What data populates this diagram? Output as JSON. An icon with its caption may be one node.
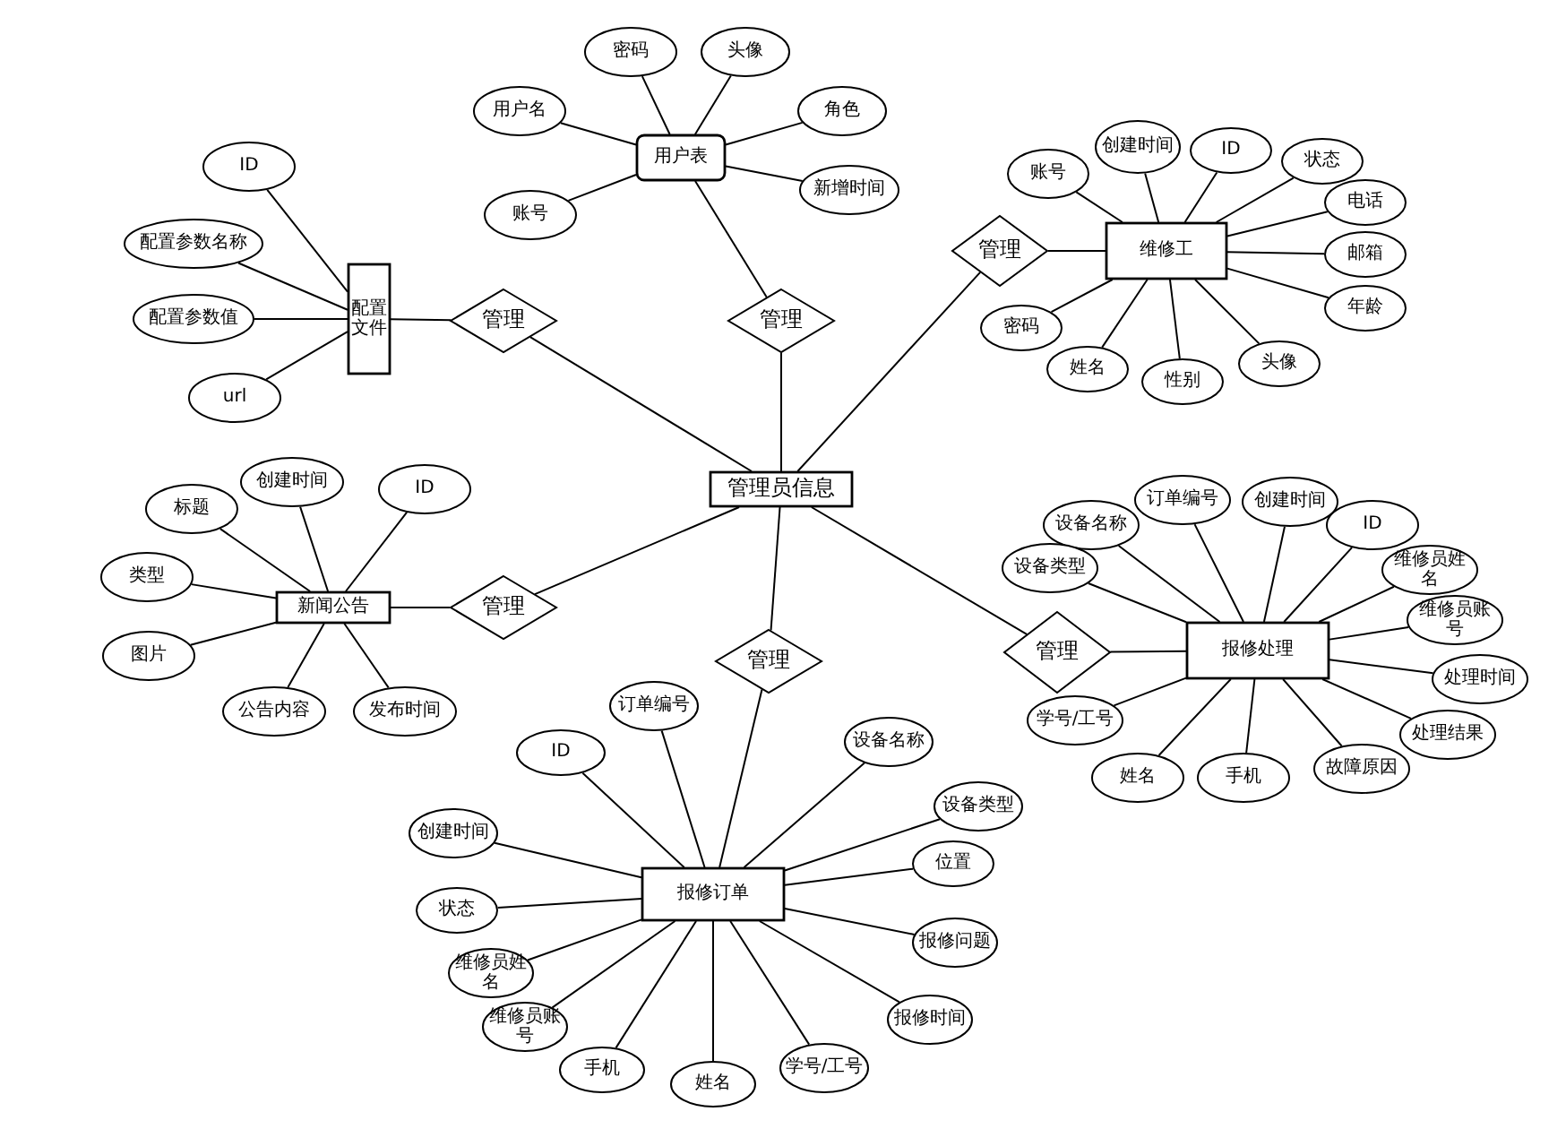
{
  "diagram": {
    "nodes": [
      {
        "text": [
          "密码"
        ]
      },
      {
        "text": [
          "头像"
        ]
      },
      {
        "text": [
          "用户名"
        ]
      },
      {
        "text": [
          "角色"
        ]
      },
      {
        "text": [
          "用户表"
        ]
      },
      {
        "text": [
          "账号"
        ]
      },
      {
        "text": [
          "新增时间"
        ]
      },
      {
        "text": [
          "ID"
        ]
      },
      {
        "text": [
          "配置参数名称"
        ]
      },
      {
        "text": [
          "配置参数值"
        ]
      },
      {
        "text": [
          "配置文件"
        ]
      },
      {
        "text": [
          "url"
        ]
      },
      {
        "text": [
          "管理"
        ]
      },
      {
        "text": [
          "管理"
        ]
      },
      {
        "text": [
          "账号"
        ]
      },
      {
        "text": [
          "创建时间"
        ]
      },
      {
        "text": [
          "ID"
        ]
      },
      {
        "text": [
          "状态"
        ]
      },
      {
        "text": [
          "电话"
        ]
      },
      {
        "text": [
          "管理"
        ]
      },
      {
        "text": [
          "维修工"
        ]
      },
      {
        "text": [
          "邮箱"
        ]
      },
      {
        "text": [
          "年龄"
        ]
      },
      {
        "text": [
          "密码"
        ]
      },
      {
        "text": [
          "姓名"
        ]
      },
      {
        "text": [
          "性别"
        ]
      },
      {
        "text": [
          "头像"
        ]
      },
      {
        "text": [
          "标题"
        ]
      },
      {
        "text": [
          "创建时间"
        ]
      },
      {
        "text": [
          "ID"
        ]
      },
      {
        "text": [
          "管理员信息"
        ]
      },
      {
        "text": [
          "类型"
        ]
      },
      {
        "text": [
          "新闻公告"
        ]
      },
      {
        "text": [
          "管理"
        ]
      },
      {
        "text": [
          "图片"
        ]
      },
      {
        "text": [
          "公告内容"
        ]
      },
      {
        "text": [
          "发布时间"
        ]
      },
      {
        "text": [
          "设备名称"
        ]
      },
      {
        "text": [
          "订单编号"
        ]
      },
      {
        "text": [
          "创建时间"
        ]
      },
      {
        "text": [
          "ID"
        ]
      },
      {
        "text": [
          "设备类型"
        ]
      },
      {
        "text": [
          "维修员姓名"
        ]
      },
      {
        "text": [
          "维修员账号"
        ]
      },
      {
        "text": [
          "管理"
        ]
      },
      {
        "text": [
          "报修处理"
        ]
      },
      {
        "text": [
          "处理时间"
        ]
      },
      {
        "text": [
          "管理"
        ]
      },
      {
        "text": [
          "学号/工号"
        ]
      },
      {
        "text": [
          "处理结果"
        ]
      },
      {
        "text": [
          "姓名"
        ]
      },
      {
        "text": [
          "手机"
        ]
      },
      {
        "text": [
          "故障原因"
        ]
      },
      {
        "text": [
          "订单编号"
        ]
      },
      {
        "text": [
          "ID"
        ]
      },
      {
        "text": [
          "设备名称"
        ]
      },
      {
        "text": [
          "创建时间"
        ]
      },
      {
        "text": [
          "设备类型"
        ]
      },
      {
        "text": [
          "位置"
        ]
      },
      {
        "text": [
          "状态"
        ]
      },
      {
        "text": [
          "报修订单"
        ]
      },
      {
        "text": [
          "报修问题"
        ]
      },
      {
        "text": [
          "维修员姓名"
        ]
      },
      {
        "text": [
          "报修时间"
        ]
      },
      {
        "text": [
          "维修员账号"
        ]
      },
      {
        "text": [
          "手机"
        ]
      },
      {
        "text": [
          "姓名"
        ]
      },
      {
        "text": [
          "学号/工号"
        ]
      }
    ],
    "edges": [
      {
        "from": 0,
        "to": 4,
        "arrow": "none"
      },
      {
        "from": 1,
        "to": 4,
        "arrow": "none"
      },
      {
        "from": 2,
        "to": 4,
        "arrow": "none"
      },
      {
        "from": 3,
        "to": 4,
        "arrow": "none"
      },
      {
        "from": 5,
        "to": 4,
        "arrow": "none"
      },
      {
        "from": 6,
        "to": 4,
        "arrow": "none"
      },
      {
        "from": 7,
        "to": 10,
        "arrow": "none"
      },
      {
        "from": 8,
        "to": 10,
        "arrow": "none"
      },
      {
        "from": 9,
        "to": 10,
        "arrow": "none"
      },
      {
        "from": 11,
        "to": 10,
        "arrow": "none"
      },
      {
        "from": 10,
        "to": 12,
        "arrow": "none"
      },
      {
        "from": 12,
        "to": 30,
        "arrow": "none"
      },
      {
        "from": 4,
        "to": 13,
        "arrow": "none"
      },
      {
        "from": 13,
        "to": 30,
        "arrow": "none"
      },
      {
        "from": 14,
        "to": 20,
        "arrow": "none"
      },
      {
        "from": 15,
        "to": 20,
        "arrow": "none"
      },
      {
        "from": 16,
        "to": 20,
        "arrow": "none"
      },
      {
        "from": 17,
        "to": 20,
        "arrow": "none"
      },
      {
        "from": 18,
        "to": 20,
        "arrow": "none"
      },
      {
        "from": 21,
        "to": 20,
        "arrow": "none"
      },
      {
        "from": 22,
        "to": 20,
        "arrow": "none"
      },
      {
        "from": 23,
        "to": 20,
        "arrow": "none"
      },
      {
        "from": 24,
        "to": 20,
        "arrow": "none"
      },
      {
        "from": 25,
        "to": 20,
        "arrow": "none"
      },
      {
        "from": 26,
        "to": 20,
        "arrow": "none"
      },
      {
        "from": 19,
        "to": 20,
        "arrow": "none"
      },
      {
        "from": 30,
        "to": 19,
        "arrow": "none"
      },
      {
        "from": 27,
        "to": 32,
        "arrow": "none"
      },
      {
        "from": 28,
        "to": 32,
        "arrow": "none"
      },
      {
        "from": 29,
        "to": 32,
        "arrow": "none"
      },
      {
        "from": 31,
        "to": 32,
        "arrow": "none"
      },
      {
        "from": 34,
        "to": 32,
        "arrow": "none"
      },
      {
        "from": 35,
        "to": 32,
        "arrow": "none"
      },
      {
        "from": 36,
        "to": 32,
        "arrow": "none"
      },
      {
        "from": 32,
        "to": 33,
        "arrow": "none"
      },
      {
        "from": 33,
        "to": 30,
        "arrow": "none"
      },
      {
        "from": 37,
        "to": 45,
        "arrow": "none"
      },
      {
        "from": 38,
        "to": 45,
        "arrow": "none"
      },
      {
        "from": 39,
        "to": 45,
        "arrow": "none"
      },
      {
        "from": 40,
        "to": 45,
        "arrow": "none"
      },
      {
        "from": 41,
        "to": 45,
        "arrow": "none"
      },
      {
        "from": 42,
        "to": 45,
        "arrow": "none"
      },
      {
        "from": 43,
        "to": 45,
        "arrow": "none"
      },
      {
        "from": 46,
        "to": 45,
        "arrow": "none"
      },
      {
        "from": 48,
        "to": 45,
        "arrow": "none"
      },
      {
        "from": 49,
        "to": 45,
        "arrow": "none"
      },
      {
        "from": 50,
        "to": 45,
        "arrow": "none"
      },
      {
        "from": 51,
        "to": 45,
        "arrow": "none"
      },
      {
        "from": 52,
        "to": 45,
        "arrow": "none"
      },
      {
        "from": 30,
        "to": 44,
        "arrow": "none"
      },
      {
        "from": 44,
        "to": 45,
        "arrow": "none"
      },
      {
        "from": 30,
        "to": 47,
        "arrow": "none"
      },
      {
        "from": 47,
        "to": 60,
        "arrow": "none"
      },
      {
        "from": 53,
        "to": 60,
        "arrow": "none"
      },
      {
        "from": 54,
        "to": 60,
        "arrow": "none"
      },
      {
        "from": 55,
        "to": 60,
        "arrow": "none"
      },
      {
        "from": 56,
        "to": 60,
        "arrow": "none"
      },
      {
        "from": 57,
        "to": 60,
        "arrow": "none"
      },
      {
        "from": 58,
        "to": 60,
        "arrow": "none"
      },
      {
        "from": 59,
        "to": 60,
        "arrow": "none"
      },
      {
        "from": 61,
        "to": 60,
        "arrow": "none"
      },
      {
        "from": 62,
        "to": 60,
        "arrow": "none"
      },
      {
        "from": 63,
        "to": 60,
        "arrow": "none"
      },
      {
        "from": 64,
        "to": 60,
        "arrow": "none"
      },
      {
        "from": 65,
        "to": 60,
        "arrow": "none"
      },
      {
        "from": 66,
        "to": 60,
        "arrow": "none"
      },
      {
        "from": 67,
        "to": 60,
        "arrow": "none"
      }
    ]
  }
}
